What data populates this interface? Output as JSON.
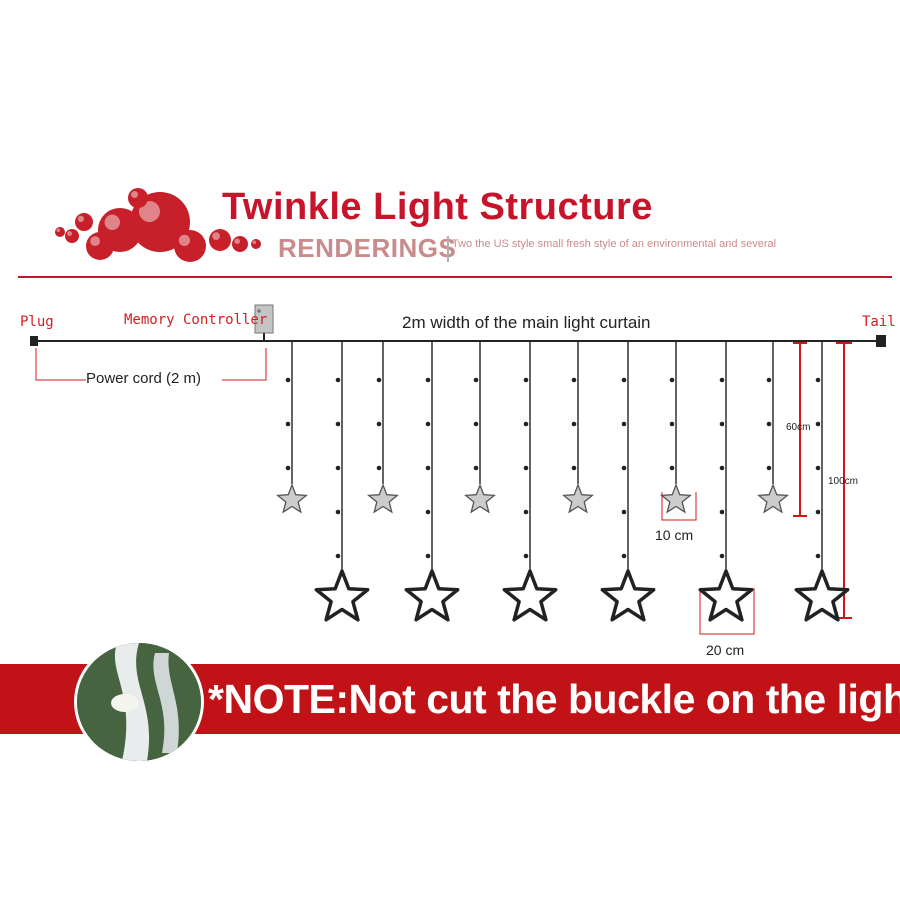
{
  "header": {
    "title": "Twinkle Light Structure",
    "subtitle": "RENDERINGS",
    "description": "Two the US style small fresh style of an environmental and several"
  },
  "labels": {
    "plug": "Plug",
    "controller": "Memory Controller",
    "tail": "Tail",
    "main_width": "2m width of the main light curtain",
    "power_cord": "Power cord (2 m)",
    "small_star_size": "10 cm",
    "big_star_size": "20 cm",
    "short_drop": "60cm",
    "long_drop": "100cm"
  },
  "note": {
    "text": "*NOTE:Not cut the buckle on the lights"
  },
  "colors": {
    "title": "#c8142a",
    "subtitle": "#c98b8b",
    "red_label": "#d02020",
    "note_bar": "#c11218",
    "line": "#222222",
    "dimension": "#d01818",
    "small_star_fill": "#cccccc"
  }
}
